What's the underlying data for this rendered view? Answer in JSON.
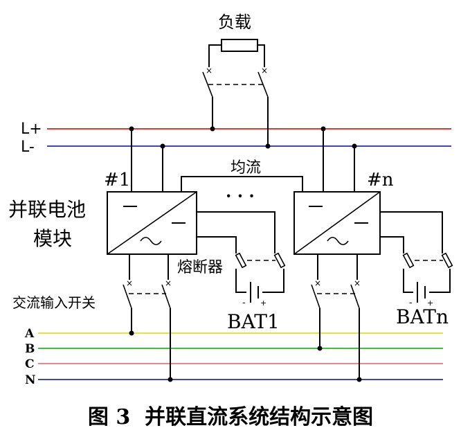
{
  "labels": {
    "load": "负载",
    "l_plus": "L+",
    "l_minus": "L-",
    "current_sharing": "均流",
    "ellipsis": "· · ·",
    "module_1_id": "#1",
    "module_n_id": "#n",
    "module_line1": "并联电池",
    "module_line2": "模块",
    "fuse": "熔断器",
    "bat1": "BAT1",
    "batn": "BATn",
    "ac_switch": "交流输入开关",
    "phase_a": "A",
    "phase_b": "B",
    "phase_c": "C",
    "phase_n": "N",
    "caption": "图 3  并联直流系统结构示意图"
  },
  "bus_colors": {
    "l_plus": "#e83a2a",
    "l_minus": "#3c46b4",
    "phase_a": "#e8e23c",
    "phase_b": "#35c43a",
    "phase_c": "#e06060",
    "phase_n": "#3c46b4"
  }
}
